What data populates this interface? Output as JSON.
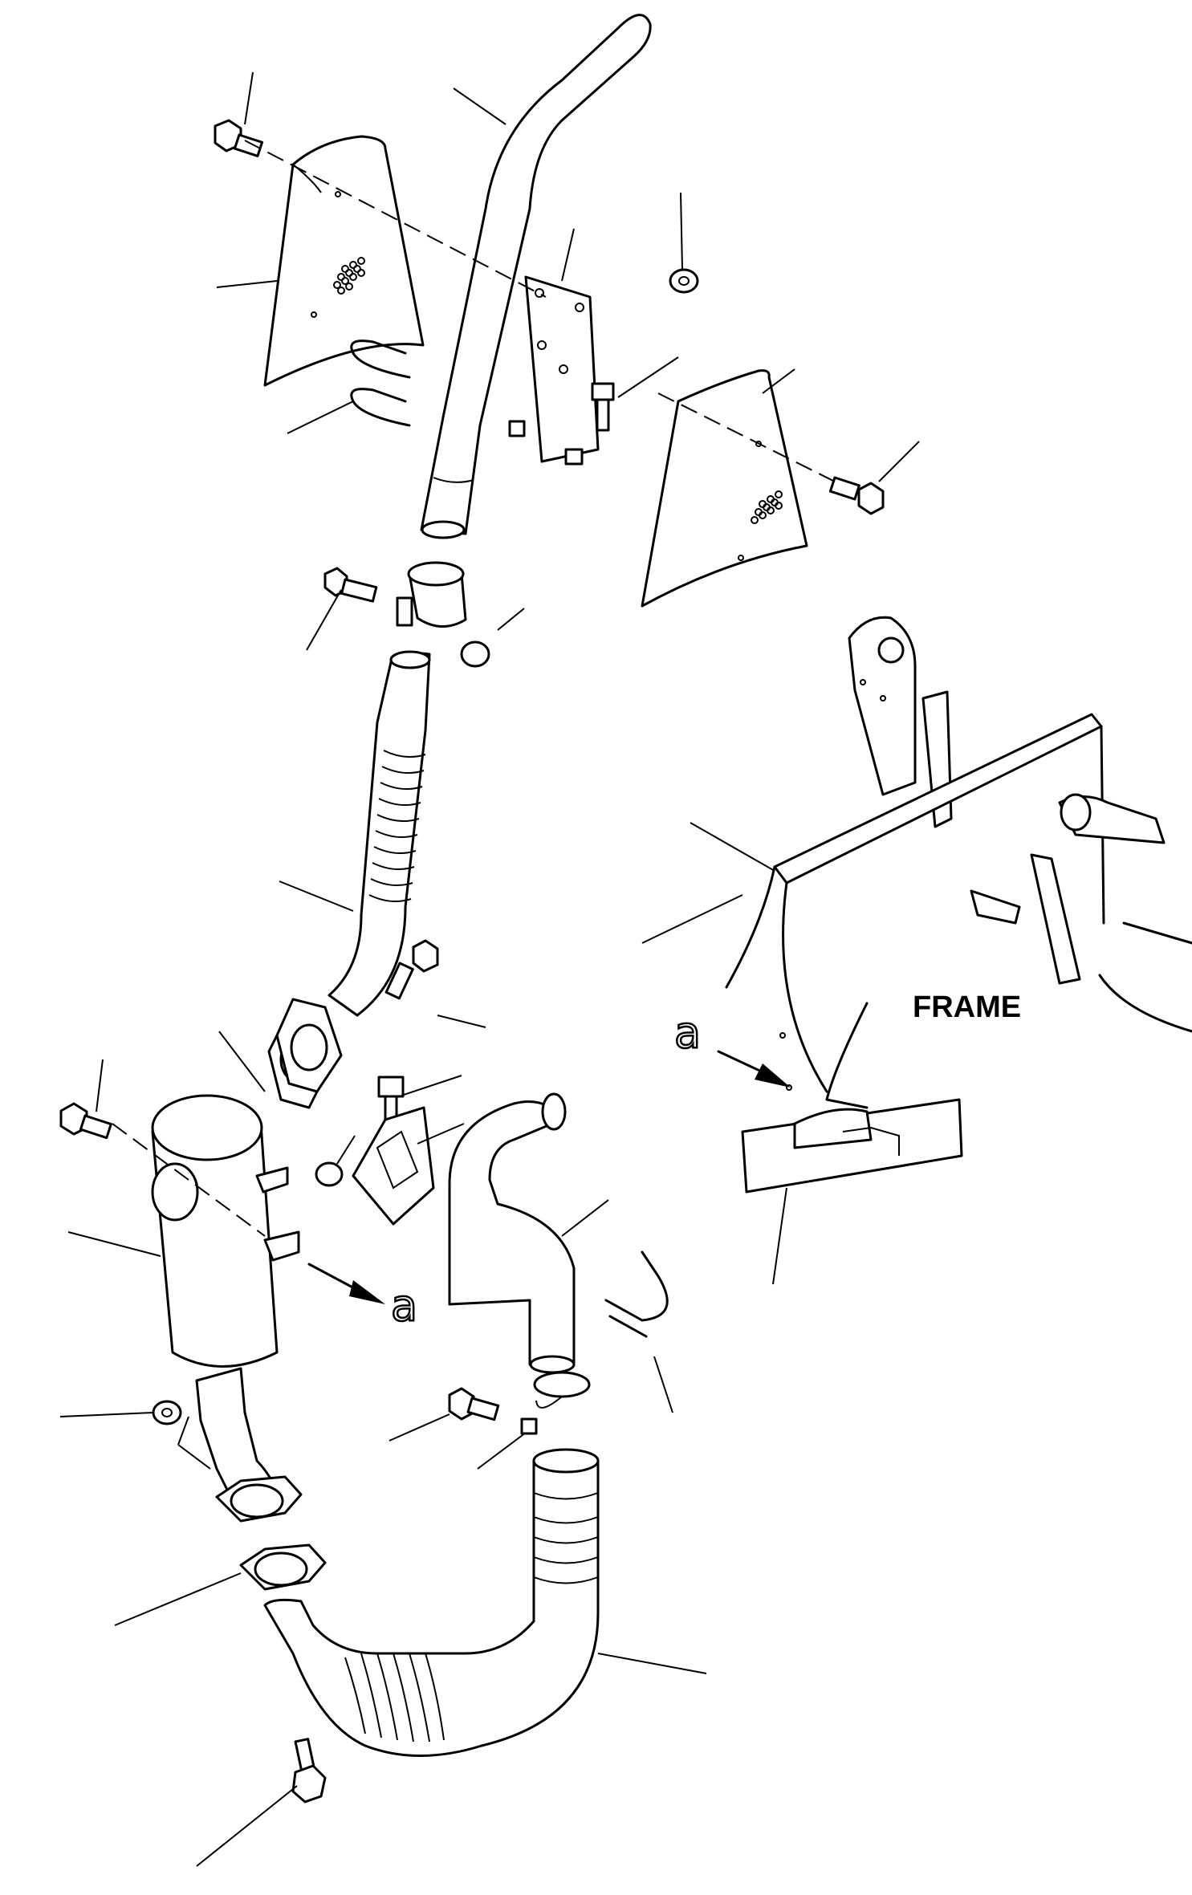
{
  "diagram": {
    "frame_label": "FRAME",
    "reference_mark_1": "a",
    "reference_mark_2": "a"
  }
}
